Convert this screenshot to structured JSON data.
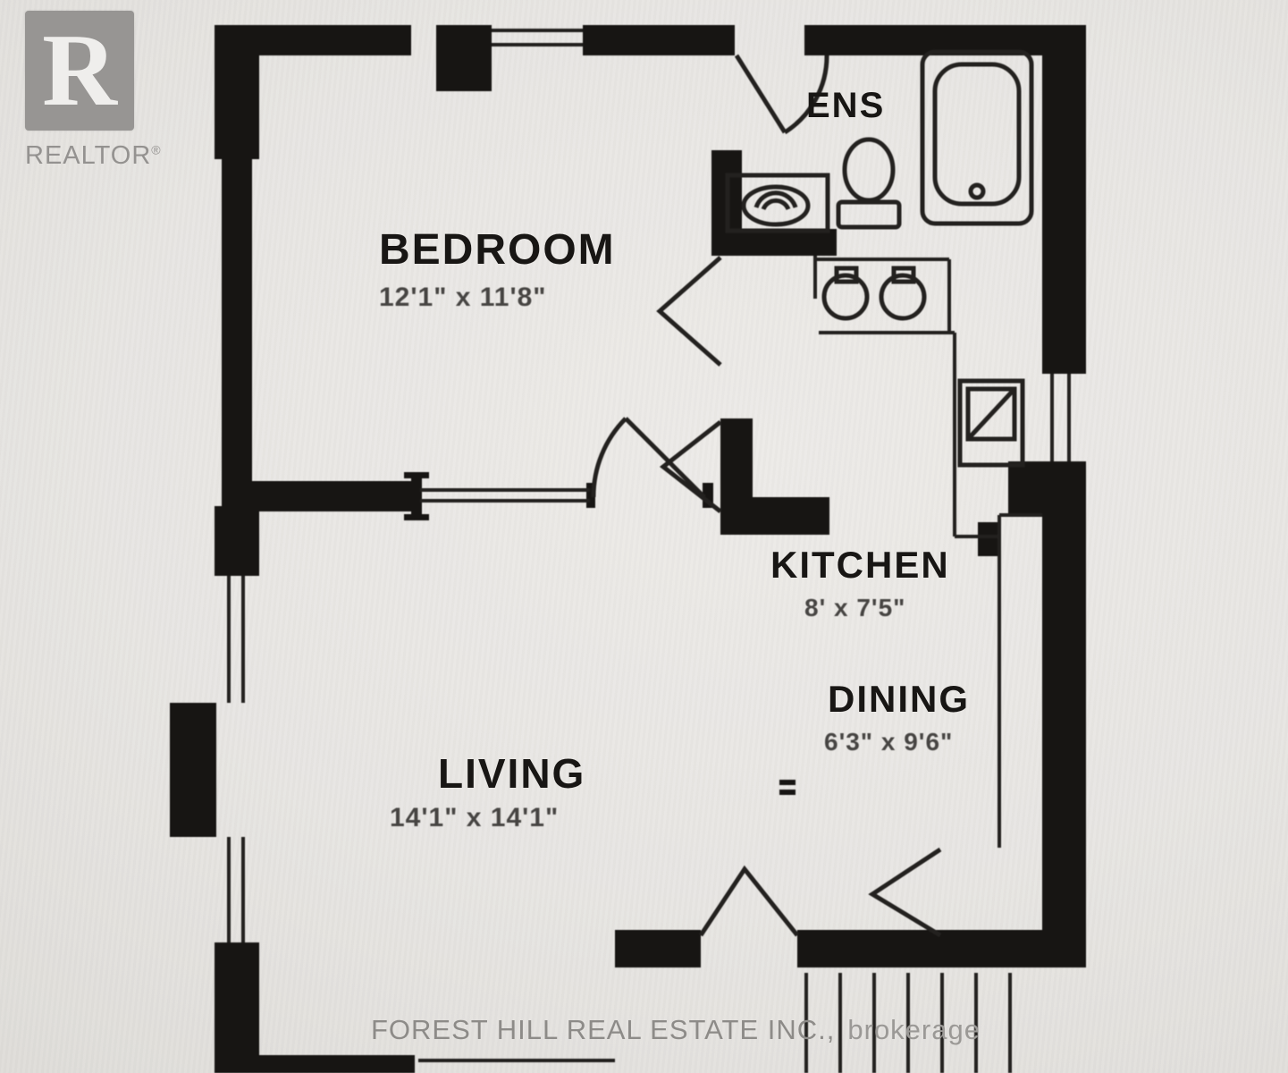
{
  "meta": {
    "type": "real-estate-floorplan",
    "paper_color": "#e8e6e3",
    "wall_color": "#171513",
    "watermark_color": "#8d8b88"
  },
  "logo": {
    "letter": "R",
    "name": "REALTOR",
    "registered": "®"
  },
  "rooms": {
    "ensuite": {
      "label": "ENS",
      "dimensions": ""
    },
    "bedroom": {
      "label": "BEDROOM",
      "dimensions": "12'1\" x 11'8\""
    },
    "kitchen": {
      "label": "KITCHEN",
      "dimensions": "8' x 7'5\""
    },
    "dining": {
      "label": "DINING",
      "dimensions": "6'3\" x 9'6\""
    },
    "living": {
      "label": "LIVING",
      "dimensions": "14'1\" x 14'1\""
    }
  },
  "fixtures": [
    "bathtub",
    "toilet",
    "vanity-sink",
    "laundry-pair",
    "refrigerator",
    "stairs",
    "windows",
    "door-swings"
  ],
  "watermark": {
    "company": "FOREST HILL REAL ESTATE INC.,",
    "suffix": "brokerage"
  }
}
